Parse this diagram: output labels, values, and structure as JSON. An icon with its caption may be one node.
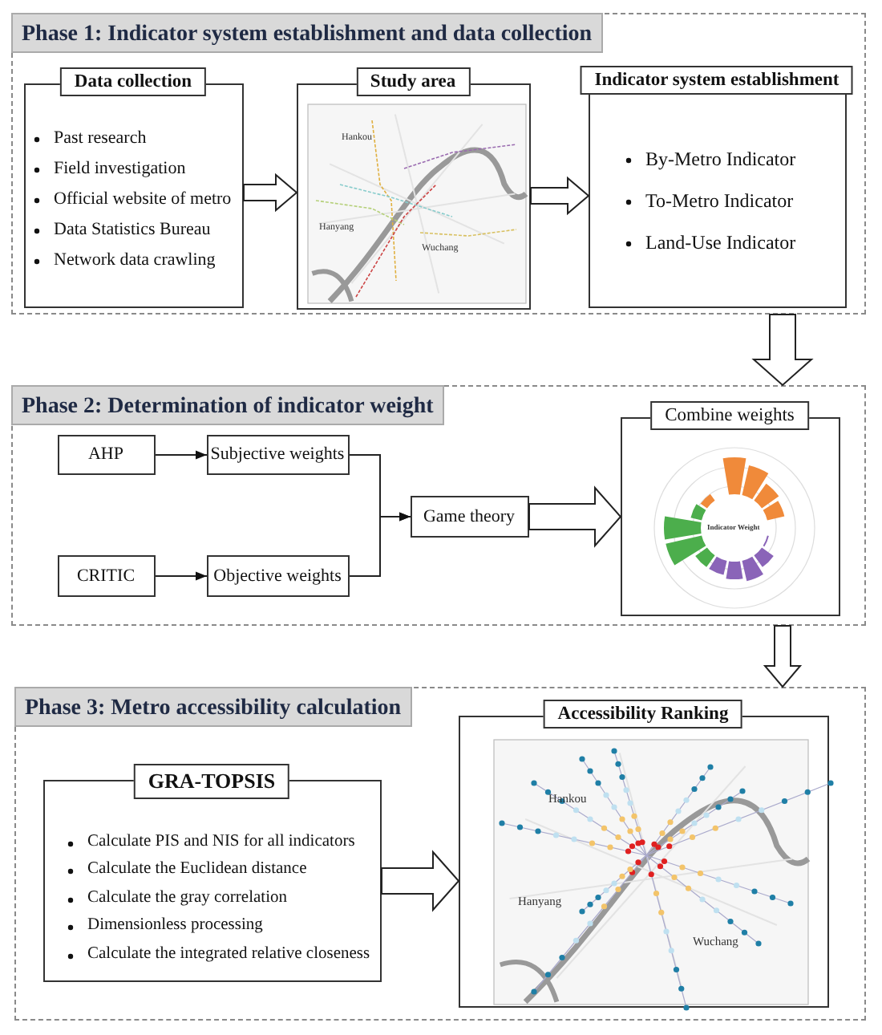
{
  "diagram": {
    "nodes": [
      {
        "text": [
          "Phase 1: Indicator system establishment and data collection"
        ]
      },
      {
        "text": [
          "Data collection",
          "Past research",
          "Field investigation",
          "Official website of metro",
          "Data Statistics Bureau",
          "Network data crawling"
        ],
        "in": 0
      },
      {
        "text": [
          "Study area"
        ],
        "in": 0
      },
      {
        "text": [
          "Indicator system establishment",
          "By-Metro Indicator",
          "To-Metro Indicator",
          "Land-Use Indicator"
        ],
        "in": 0
      },
      {
        "text": [
          "Phase 2: Determination of indicator weight"
        ]
      },
      {
        "text": [
          "AHP"
        ],
        "in": 4
      },
      {
        "text": [
          "Subjective weights"
        ],
        "in": 4
      },
      {
        "text": [
          "CRITIC"
        ],
        "in": 4
      },
      {
        "text": [
          "Objective weights"
        ],
        "in": 4
      },
      {
        "text": [
          "Game theory"
        ],
        "in": 4
      },
      {
        "text": [
          "Combine weights"
        ],
        "in": 4
      },
      {
        "text": [
          "Phase 3: Metro accessibility calculation"
        ]
      },
      {
        "text": [
          "GRA-TOPSIS",
          "Calculate PIS and NIS for all indicators",
          "Calculate the Euclidean distance",
          "Calculate the gray correlation",
          "Dimensionless processing",
          "Calculate the integrated relative closeness"
        ],
        "in": 11
      },
      {
        "text": [
          "Accessibility Ranking"
        ],
        "in": 11
      }
    ],
    "edges": [
      {
        "from": 1,
        "to": 2,
        "arrow": "to",
        "style": "thick"
      },
      {
        "from": 2,
        "to": 3,
        "arrow": "to",
        "style": "thick"
      },
      {
        "from": 0,
        "to": 4,
        "arrow": "to",
        "style": "thick"
      },
      {
        "from": 5,
        "to": 6,
        "arrow": "to"
      },
      {
        "from": 7,
        "to": 8,
        "arrow": "to"
      },
      {
        "from": 6,
        "to": 9,
        "arrow": "to"
      },
      {
        "from": 8,
        "to": 9,
        "arrow": "to"
      },
      {
        "from": 9,
        "to": 10,
        "arrow": "to",
        "style": "thick"
      },
      {
        "from": 4,
        "to": 11,
        "arrow": "to",
        "style": "thick"
      },
      {
        "from": 12,
        "to": 13,
        "arrow": "to",
        "style": "thick"
      }
    ],
    "labels": [
      "Hankou",
      "Hanyang",
      "Wuchang",
      "Indicator Weight",
      "Hankou",
      "Hanyang",
      "Wuchang"
    ]
  }
}
